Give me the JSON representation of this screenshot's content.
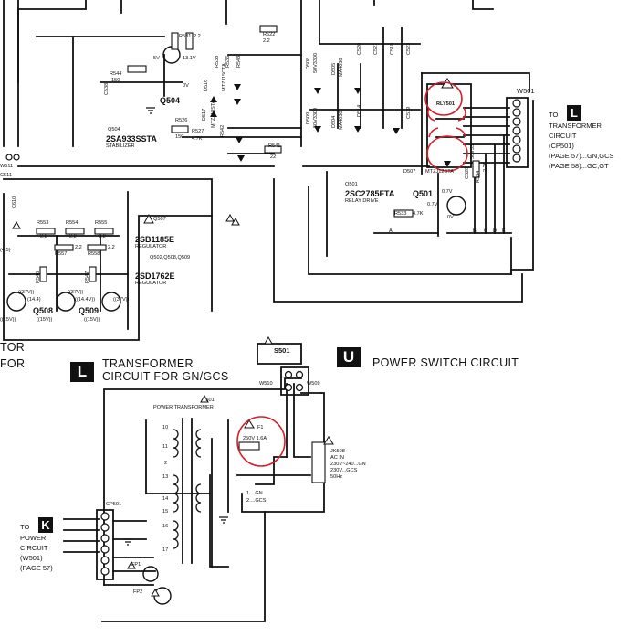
{
  "colors": {
    "ink": "#111111",
    "paper": "#ffffff",
    "annotation_red": "#d41f28"
  },
  "top": {
    "q504": "Q504",
    "q504_type": "2SA933SSTA",
    "q504_func": "STABILIZER",
    "q504_label": "Q504",
    "r544": "R544",
    "r544_val": "150",
    "c538": "C538",
    "r526": "R526",
    "r526_val": "150",
    "r527": "R527",
    "r527_val": "4.7K",
    "r531": "R531",
    "r531_val": "2.2",
    "d516": "D516",
    "v_13_1": "13.1V",
    "v_5": "5V",
    "v_0": "0V",
    "d517": "D517",
    "d517_type": "MTZJ18STA",
    "r522": "R522",
    "r522_val": "2.2",
    "r541": "R541",
    "r541_val": "22",
    "d506": "D506",
    "d506_type": "MTZJ15CTA",
    "r542": "R542",
    "r542_val": "2.2",
    "r538": "R538",
    "r536": "R536",
    "r543": "R543",
    "mtz12b": "MTZJ12BTA",
    "d508": "D508",
    "d505": "D505",
    "d509": "D509",
    "d504": "D504",
    "d514": "D514",
    "c520": "C520",
    "c518": "C518",
    "c519": "C519",
    "c521": "C521",
    "c523": "C523",
    "cap_50v": "50V3300",
    "cap_ma4": "MA4030",
    "rly501": "RLY501",
    "d507": "D507",
    "d507_type": "MTZJ12BTA",
    "q501": "Q501",
    "q501_type": "2SC2785FTA",
    "q501_func": "RELAY DRIVE",
    "r533": "R533",
    "r533_val": "4.7K",
    "r534": "R534",
    "r534_val": "2.2K",
    "c528": "C528",
    "c528_val": "50V33",
    "v_07a": "0.7V",
    "v_07b": "0.7V",
    "v_0b": "0V",
    "port_a": "A",
    "port_b": "B",
    "port_c": "C",
    "port_d": "D",
    "port_e": "E",
    "w501": "W501",
    "to": "TO",
    "to_letter": "L",
    "to_lines": [
      "TRANSFORMER",
      "CIRCUIT",
      "(CP501)",
      "(PAGE 57)...GN,GCS",
      "(PAGE 58)...GC,GT"
    ]
  },
  "left": {
    "w511": "W511",
    "c511": "C511",
    "c610": "C610",
    "r553": "R553",
    "r554": "R554",
    "r555": "R555",
    "r557": "R557",
    "r558": "R558",
    "r_val": "2.2",
    "q507": "Q507",
    "q507_type": "2SB1185E",
    "q507_func": "REGULATOR",
    "q_group": "Q502,Q508,Q509",
    "q_group_type": "2SD1762E",
    "q_group_func": "REGULATOR",
    "r548": "R548",
    "r547": "R547",
    "v37a": "((37V))",
    "v144a": "(14.4)",
    "v37b": "((37V))",
    "v144b": "((14.4V))",
    "v37c": "((37V))",
    "q508": "Q508",
    "q509": "Q509",
    "v15a": "((15V))",
    "v15b": "((15V))",
    "v15c": "((15V))",
    "partial_1": "(4.5)",
    "partial_2": "TOR",
    "partial_3": "FOR"
  },
  "bottom": {
    "section_letter": "L",
    "section_title_1": "TRANSFORMER",
    "section_title_2": "CIRCUIT FOR GN/GCS",
    "s501": "S501",
    "u_letter": "U",
    "u_title": "POWER SWITCH CIRCUIT",
    "w510": "W510",
    "w509": "W509",
    "t501": "T501",
    "t501_name": "POWER TRANSFORMER",
    "pins": [
      "10",
      "11",
      "2",
      "13",
      "14",
      "15",
      "16",
      "17"
    ],
    "f1": "F1",
    "f1_rating": "250V 1.6A",
    "jk": "JK508",
    "ac_in": "AC IN",
    "ac_v1": "230V~240...GN",
    "ac_v2": "230V...GCS",
    "ac_hz": "50Hz",
    "gn_note_1": "1....GN",
    "gn_note_2": "2....GCS",
    "cp501": "CP501",
    "fp1": "FP1",
    "fp2": "FP2",
    "to": "TO",
    "to_letter": "K",
    "to_lines": [
      "POWER",
      "CIRCUIT",
      "(W501)",
      "(PAGE 57)"
    ]
  }
}
